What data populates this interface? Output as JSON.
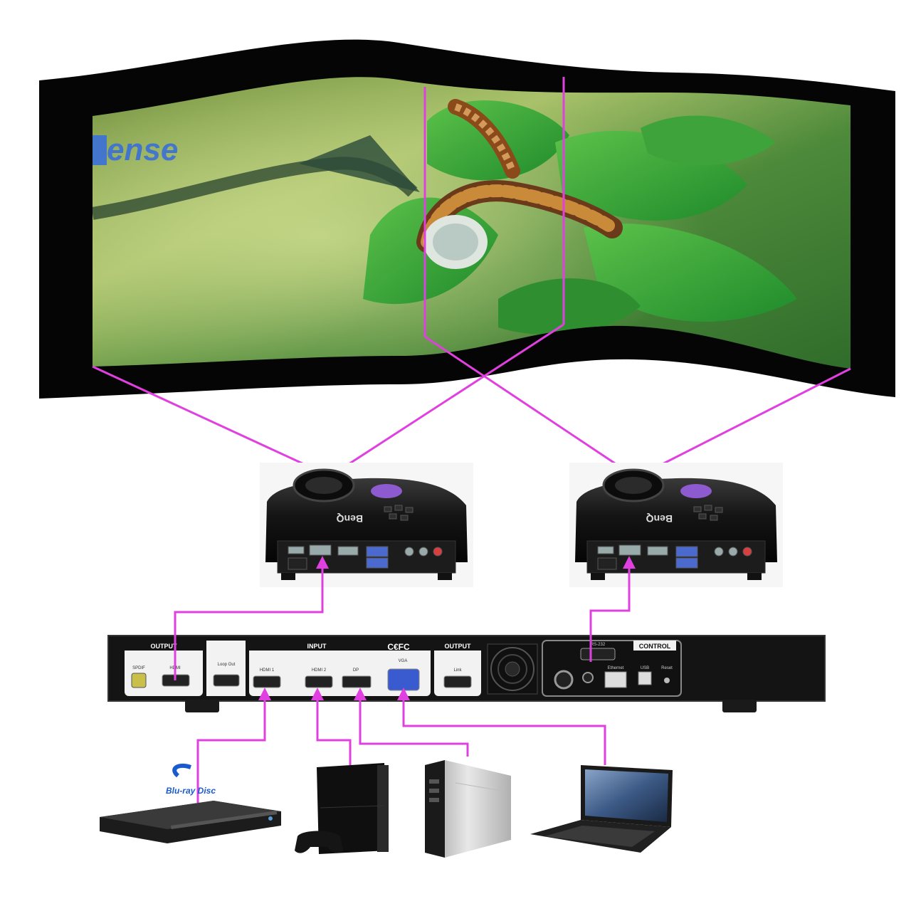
{
  "colors": {
    "signal": "#e040e0",
    "device_body": "#151515",
    "panel_white": "#f2f2f2",
    "screen_frame": "#050505",
    "leaf_green": "#3fae3a"
  },
  "screen": {
    "logo_text": "ense"
  },
  "projectors": [
    {
      "brand": "BenQ"
    },
    {
      "brand": "BenQ"
    }
  ],
  "processor": {
    "output_left_label": "OUTPUT",
    "input_label": "INPUT",
    "output_right_label": "OUTPUT",
    "control_label": "CONTROL",
    "certification_marks": "C€FC",
    "ports": {
      "spdif": "SPDIF",
      "hdmi_out": "HDMI",
      "loop_out": "Loop Out",
      "hdmi_in_1": "HDMI 1",
      "hdmi_in_2": "HDMI 2",
      "dp": "DP",
      "vga": "VGA",
      "link": "Link",
      "rs232": "RS-232",
      "ethernet": "Ethernet",
      "usb": "USB",
      "reset": "Reset"
    }
  },
  "sources": {
    "bluray_logo": "Blu-ray Disc"
  }
}
